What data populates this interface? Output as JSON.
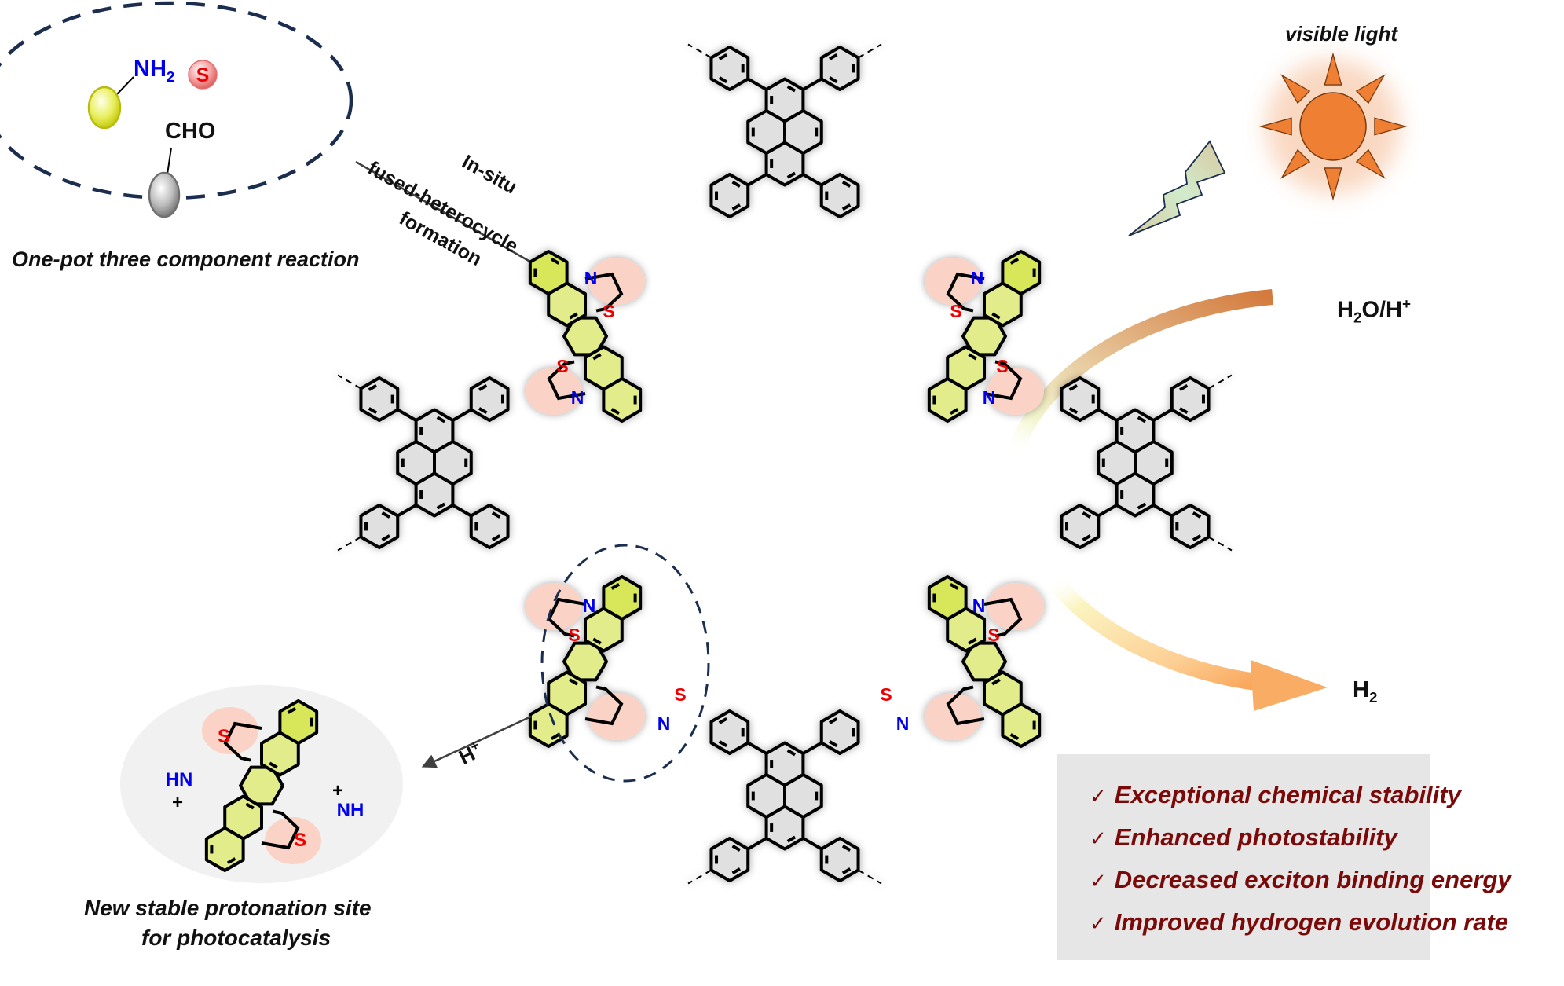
{
  "reactants": {
    "amine_group": "NH",
    "amine_subscript": "2",
    "sulfur": "S",
    "aldehyde": "CHO",
    "caption": "One-pot three component reaction"
  },
  "arrow_labels": {
    "line1": "In-situ",
    "line2": "fused-heterocycle",
    "line3": "formation"
  },
  "light": {
    "label": "visible light"
  },
  "reagents": {
    "water_proton": {
      "h": "H",
      "sub": "2",
      "rest": "O/H",
      "sup": "+"
    },
    "hydrogen": {
      "h": "H",
      "sub": "2"
    }
  },
  "protonation": {
    "arrow_label": {
      "h": "H",
      "sup": "+"
    },
    "caption_line1": "New stable protonation site",
    "caption_line2": "for photocatalysis",
    "nh_left": "HN",
    "nh_right": "NH",
    "charge": "+",
    "sulfur": "S"
  },
  "atoms": {
    "nitrogen": "N",
    "sulfur": "S"
  },
  "features": [
    {
      "check": "✓",
      "text": "Exceptional chemical stability"
    },
    {
      "check": "✓",
      "text": "Enhanced photostability"
    },
    {
      "check": "✓",
      "text": "Decreased exciton binding energy"
    },
    {
      "check": "✓",
      "text": "Improved hydrogen evolution rate"
    }
  ],
  "colors": {
    "bond": "#000000",
    "pyrene_fill": "#e0e0e0",
    "fused_fill": "#e2ec8a",
    "fused_fill_dark": "#d8e65a",
    "thiazole_glow": "#fbd3c6",
    "nitrogen": "#0000ee",
    "sulfur": "#ee0000",
    "dashed_circle": "#1c2e4f",
    "sun": "#ee7f33",
    "sun_stroke": "#7a3a10",
    "feature_text": "#7a0a0a",
    "panel_bg": "#e6e6e6"
  }
}
